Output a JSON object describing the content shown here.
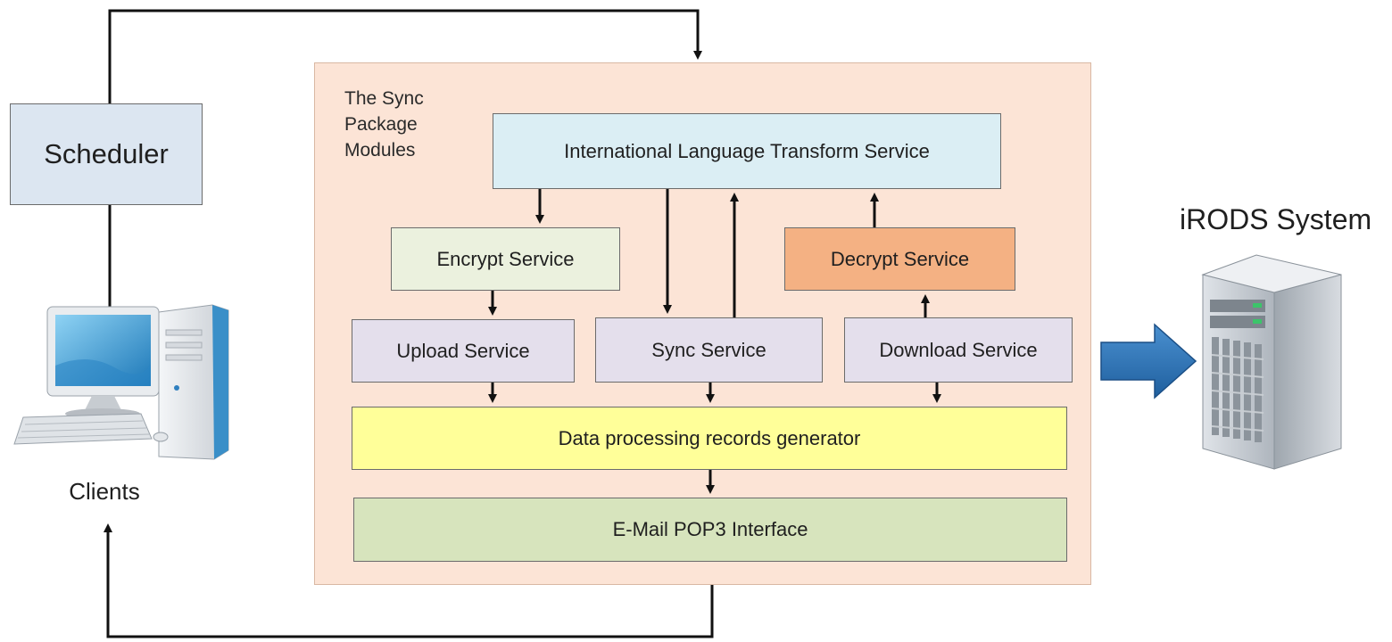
{
  "diagram": {
    "frame_label": "The Sync Package Modules",
    "nodes": {
      "scheduler": "Scheduler",
      "ilts": "International Language Transform Service",
      "encrypt": "Encrypt Service",
      "decrypt": "Decrypt Service",
      "upload": "Upload Service",
      "sync": "Sync Service",
      "download": "Download Service",
      "dprg": "Data processing records generator",
      "email": "E-Mail POP3 Interface"
    },
    "external": {
      "clients": "Clients",
      "irods": "iRODS System"
    },
    "icons": {
      "clients": "desktop-computer-icon",
      "irods": "server-tower-icon",
      "transfer": "right-arrow-icon"
    },
    "colors": {
      "frame": "#fce4d6",
      "scheduler": "#dce6f1",
      "ilts": "#dbeef4",
      "encrypt": "#ebf1de",
      "decrypt": "#f4b183",
      "services": "#e4dfec",
      "dprg": "#ffff99",
      "email": "#d7e4bd",
      "transfer_arrow": "#2e75b6"
    }
  }
}
